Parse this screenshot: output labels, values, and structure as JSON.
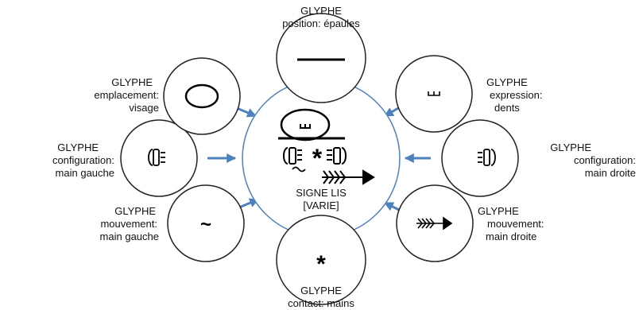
{
  "center": {
    "line1": "SIGNE LIS",
    "line2": "[VARIE]"
  },
  "nodes": {
    "top": {
      "l1": "GLYPHE",
      "l2": "position: épaules",
      "l3": ""
    },
    "top_right": {
      "l1": "GLYPHE",
      "l2": "expression:",
      "l3": "dents"
    },
    "right": {
      "l1": "GLYPHE",
      "l2": "configuration:",
      "l3": "main droite"
    },
    "bottom_right": {
      "l1": "GLYPHE",
      "l2": "mouvement:",
      "l3": "main droite"
    },
    "bottom": {
      "l1": "GLYPHE",
      "l2": "contact: mains",
      "l3": ""
    },
    "bottom_left": {
      "l1": "GLYPHE",
      "l2": "mouvement:",
      "l3": "main gauche"
    },
    "left": {
      "l1": "GLYPHE",
      "l2": "configuration:",
      "l3": "main gauche"
    },
    "top_left": {
      "l1": "GLYPHE",
      "l2": "emplacement:",
      "l3": "visage"
    }
  },
  "glyphs": {
    "contact": "*",
    "movement_left": "~"
  },
  "colors": {
    "arrow": "#4f81bd",
    "center_border": "#4f81bd",
    "node_border": "#222222"
  }
}
